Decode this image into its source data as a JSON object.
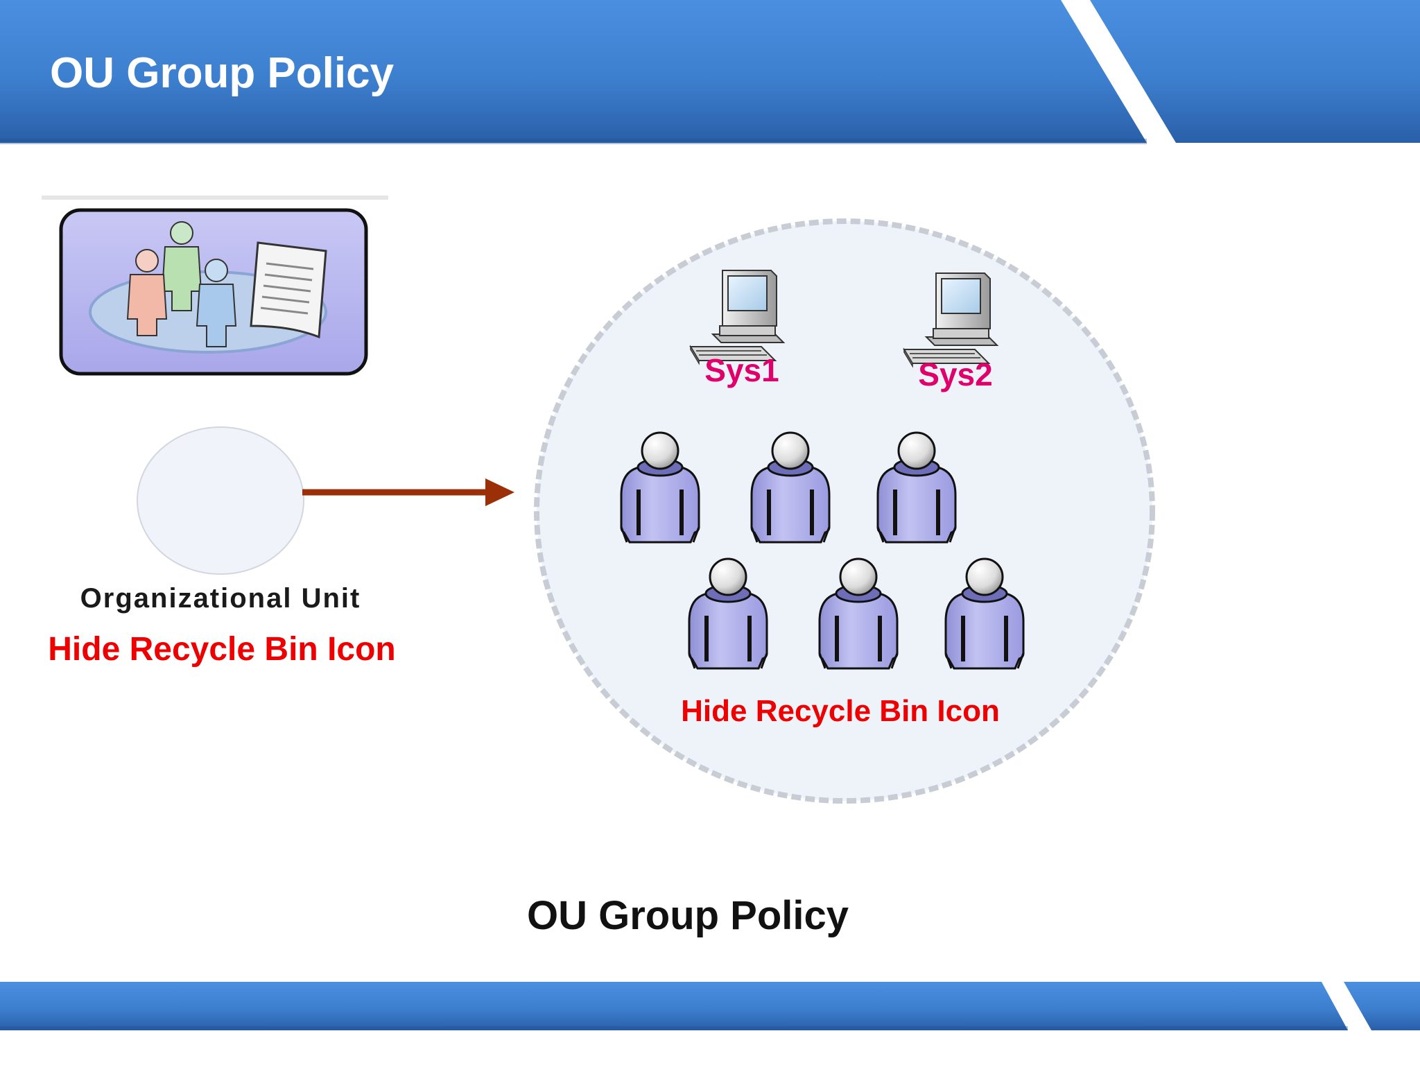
{
  "header": {
    "title": "OU Group Policy",
    "band_color": "#3d7fcf",
    "band_color_light": "#4b8fe0",
    "band_color_dark": "#2a5fa8"
  },
  "ou_panel": {
    "label": "Organizational Unit",
    "policy": "Hide Recycle Bin Icon",
    "icon": "organizational-unit-icon"
  },
  "arrow": {
    "icon": "arrow-right-icon",
    "color": "#9b2f07"
  },
  "scope_circle": {
    "computers": [
      {
        "label": "Sys1",
        "icon": "computer-icon"
      },
      {
        "label": "Sys2",
        "icon": "computer-icon"
      }
    ],
    "user_icon": "user-icon",
    "users_count": 6,
    "policy": "Hide Recycle Bin Icon",
    "computer_label_color": "#e0006c",
    "policy_color": "#ee0000"
  },
  "caption": "OU Group Policy",
  "footer": {
    "band_color": "#3d7fcf"
  }
}
